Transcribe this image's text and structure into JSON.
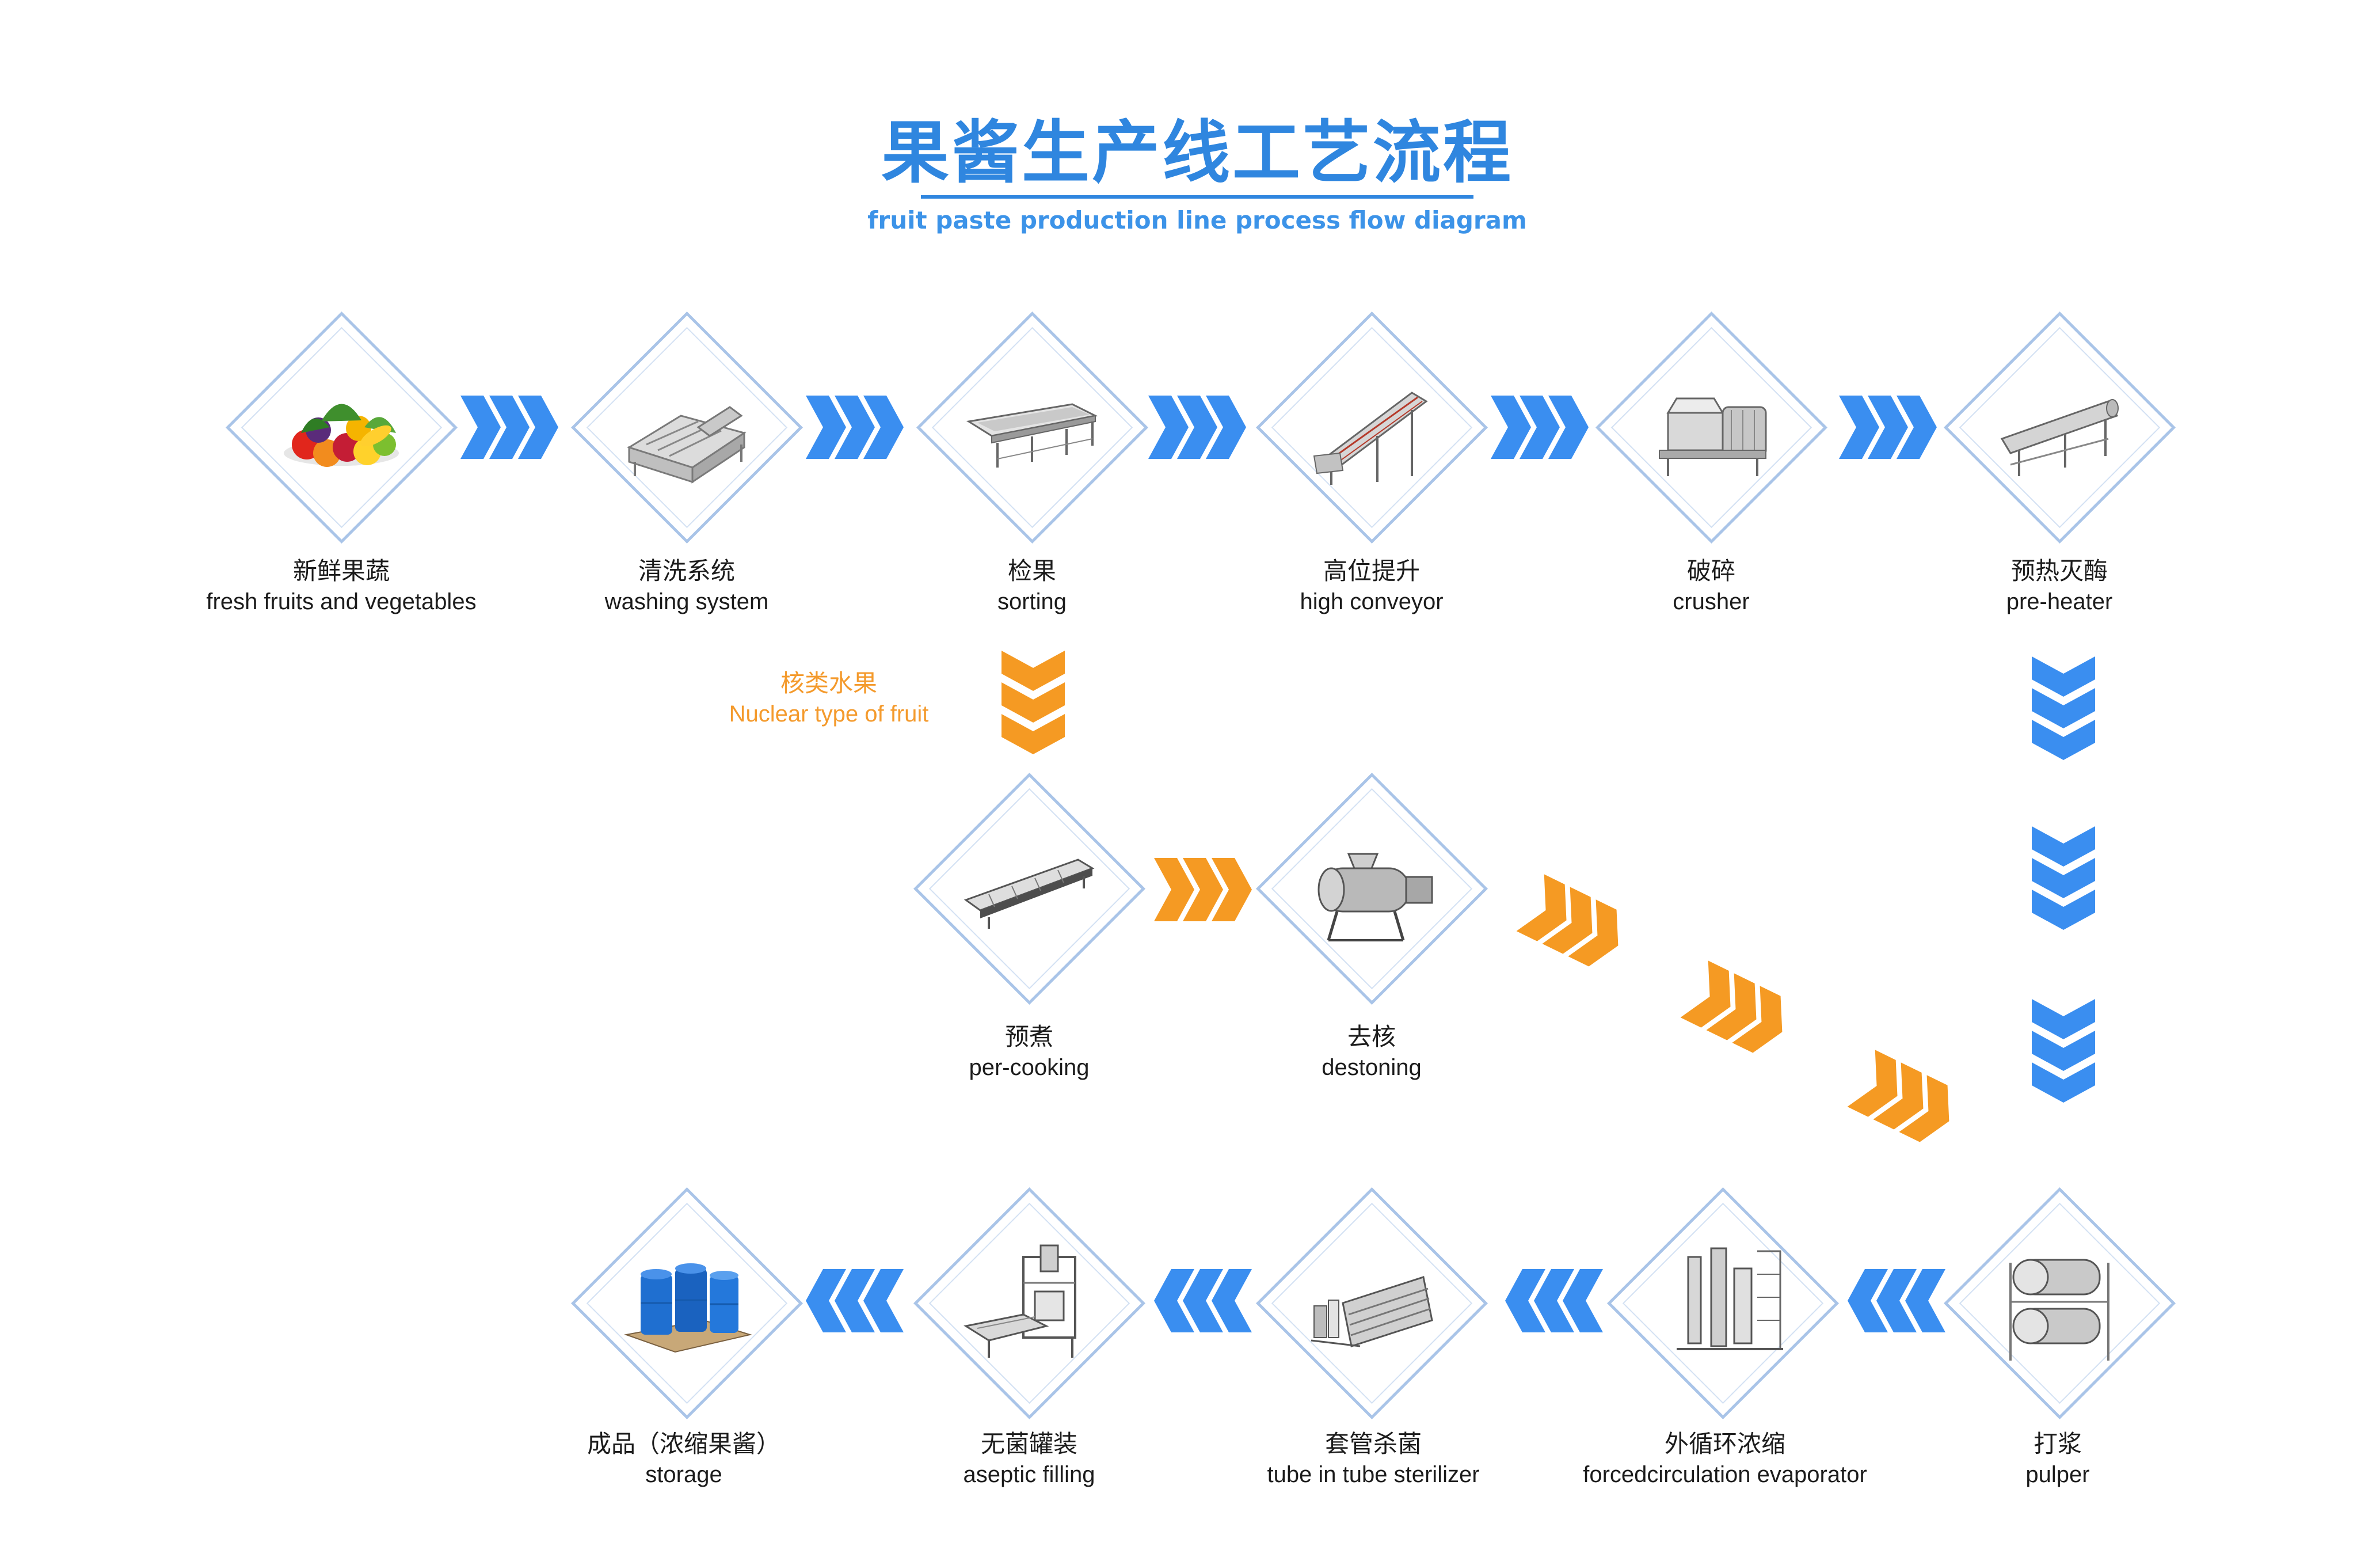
{
  "title": {
    "cn": "果酱生产线工艺流程",
    "en": "fruit paste production line process flow diagram"
  },
  "note": {
    "cn": "核类水果",
    "en": "Nuclear type of fruit"
  },
  "colors": {
    "blue": "#3a8ef0",
    "orange": "#f59a23",
    "diamond_border": "#a9c4e8"
  },
  "steps": [
    {
      "cn": "新鲜果蔬",
      "en": "fresh fruits and vegetables",
      "icon": "fruits-vegetables-icon"
    },
    {
      "cn": "清洗系统",
      "en": "washing system",
      "icon": "washing-machine-icon"
    },
    {
      "cn": "检果",
      "en": "sorting",
      "icon": "sorting-table-icon"
    },
    {
      "cn": "高位提升",
      "en": "high conveyor",
      "icon": "conveyor-icon"
    },
    {
      "cn": "破碎",
      "en": "crusher",
      "icon": "crusher-icon"
    },
    {
      "cn": "预热灭酶",
      "en": "pre-heater",
      "icon": "pre-heater-icon"
    },
    {
      "cn": "预煮",
      "en": "per-cooking",
      "icon": "pre-cooker-icon"
    },
    {
      "cn": "去核",
      "en": "destoning",
      "icon": "destoner-icon"
    },
    {
      "cn": "打浆",
      "en": "pulper",
      "icon": "pulper-icon"
    },
    {
      "cn": "外循环浓缩",
      "en": "forcedcirculation evaporator",
      "icon": "evaporator-icon"
    },
    {
      "cn": "套管杀菌",
      "en": "tube in tube sterilizer",
      "icon": "sterilizer-icon"
    },
    {
      "cn": "无菌罐装",
      "en": "aseptic filling",
      "icon": "aseptic-filler-icon"
    },
    {
      "cn": "成品（浓缩果酱）",
      "en": "storage",
      "icon": "storage-drums-icon"
    }
  ]
}
